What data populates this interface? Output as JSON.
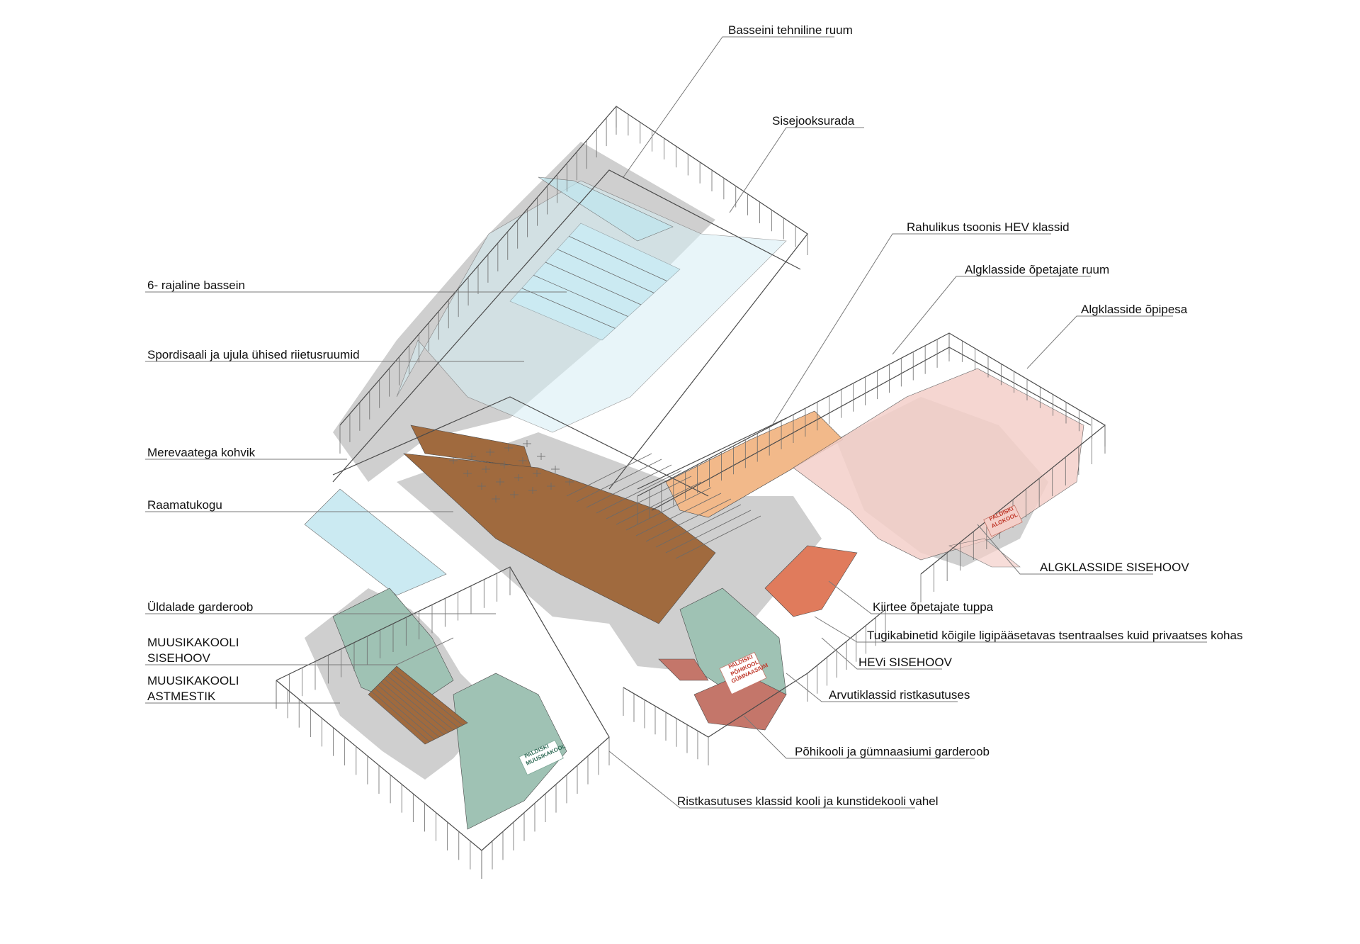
{
  "colors": {
    "background": "#ffffff",
    "pool": "#bfe6ef",
    "pool_glass": "#d6eef5",
    "wood": "#a06a3e",
    "wood_dark": "#7a4a26",
    "orange": "#f2b98a",
    "salmon": "#e07b5c",
    "pink": "#f4cfc9",
    "sage": "#9fc2b4",
    "terracotta": "#c4766a",
    "gravel": "#c9c9c9",
    "line": "#4a4a4a"
  },
  "labels": {
    "basseini_tehniline_ruum": "Basseini tehniline ruum",
    "sisejooksurada": "Sisejooksurada",
    "rajaline_bassein": "6- rajaline bassein",
    "riietusruumid": "Spordisaali ja ujula ühised riietusruumid",
    "kohvik": "Merevaatega kohvik",
    "raamatukogu": "Raamatukogu",
    "garderoob": "Üldalade garderoob",
    "muusika_sisehoov_1": "MUUSIKAKOOLI",
    "muusika_sisehoov_2": "SISEHOOV",
    "muusika_astmestik_1": "MUUSIKAKOOLI",
    "muusika_astmestik_2": "ASTMESTIK",
    "hev_klassid": "Rahulikus tsoonis HEV klassid",
    "opetajate_ruum": "Algklasside õpetajate ruum",
    "opipesa": "Algklasside õpipesa",
    "algklasside_sisehoov": "ALGKLASSIDE SISEHOOV",
    "kiirtee": "Kiirtee õpetajate tuppa",
    "tugikabinetid": "Tugikabinetid kõigile ligipääsetavas tsentraalses kuid privaatses kohas",
    "hevi_sisehoov": "HEVi SISEHOOV",
    "arvutiklassid": "Arvutiklassid ristkasutuses",
    "pohikooli_garderoob": "Põhikooli ja gümnaasiumi garderoob",
    "ristkasutuses_klassid": "Ristkasutuses klassid kooli ja kunstidekooli vahel"
  },
  "signs": {
    "algkool_1": "PALDISKI",
    "algkool_2": "ALGKOOL",
    "pohikool_1": "PALDISKI",
    "pohikool_2": "PÕHIKOOL",
    "pohikool_3": "GÜMNAASIUM",
    "muusikakool_1": "PALDISKI",
    "muusikakool_2": "MUUSIKAKOOL"
  }
}
